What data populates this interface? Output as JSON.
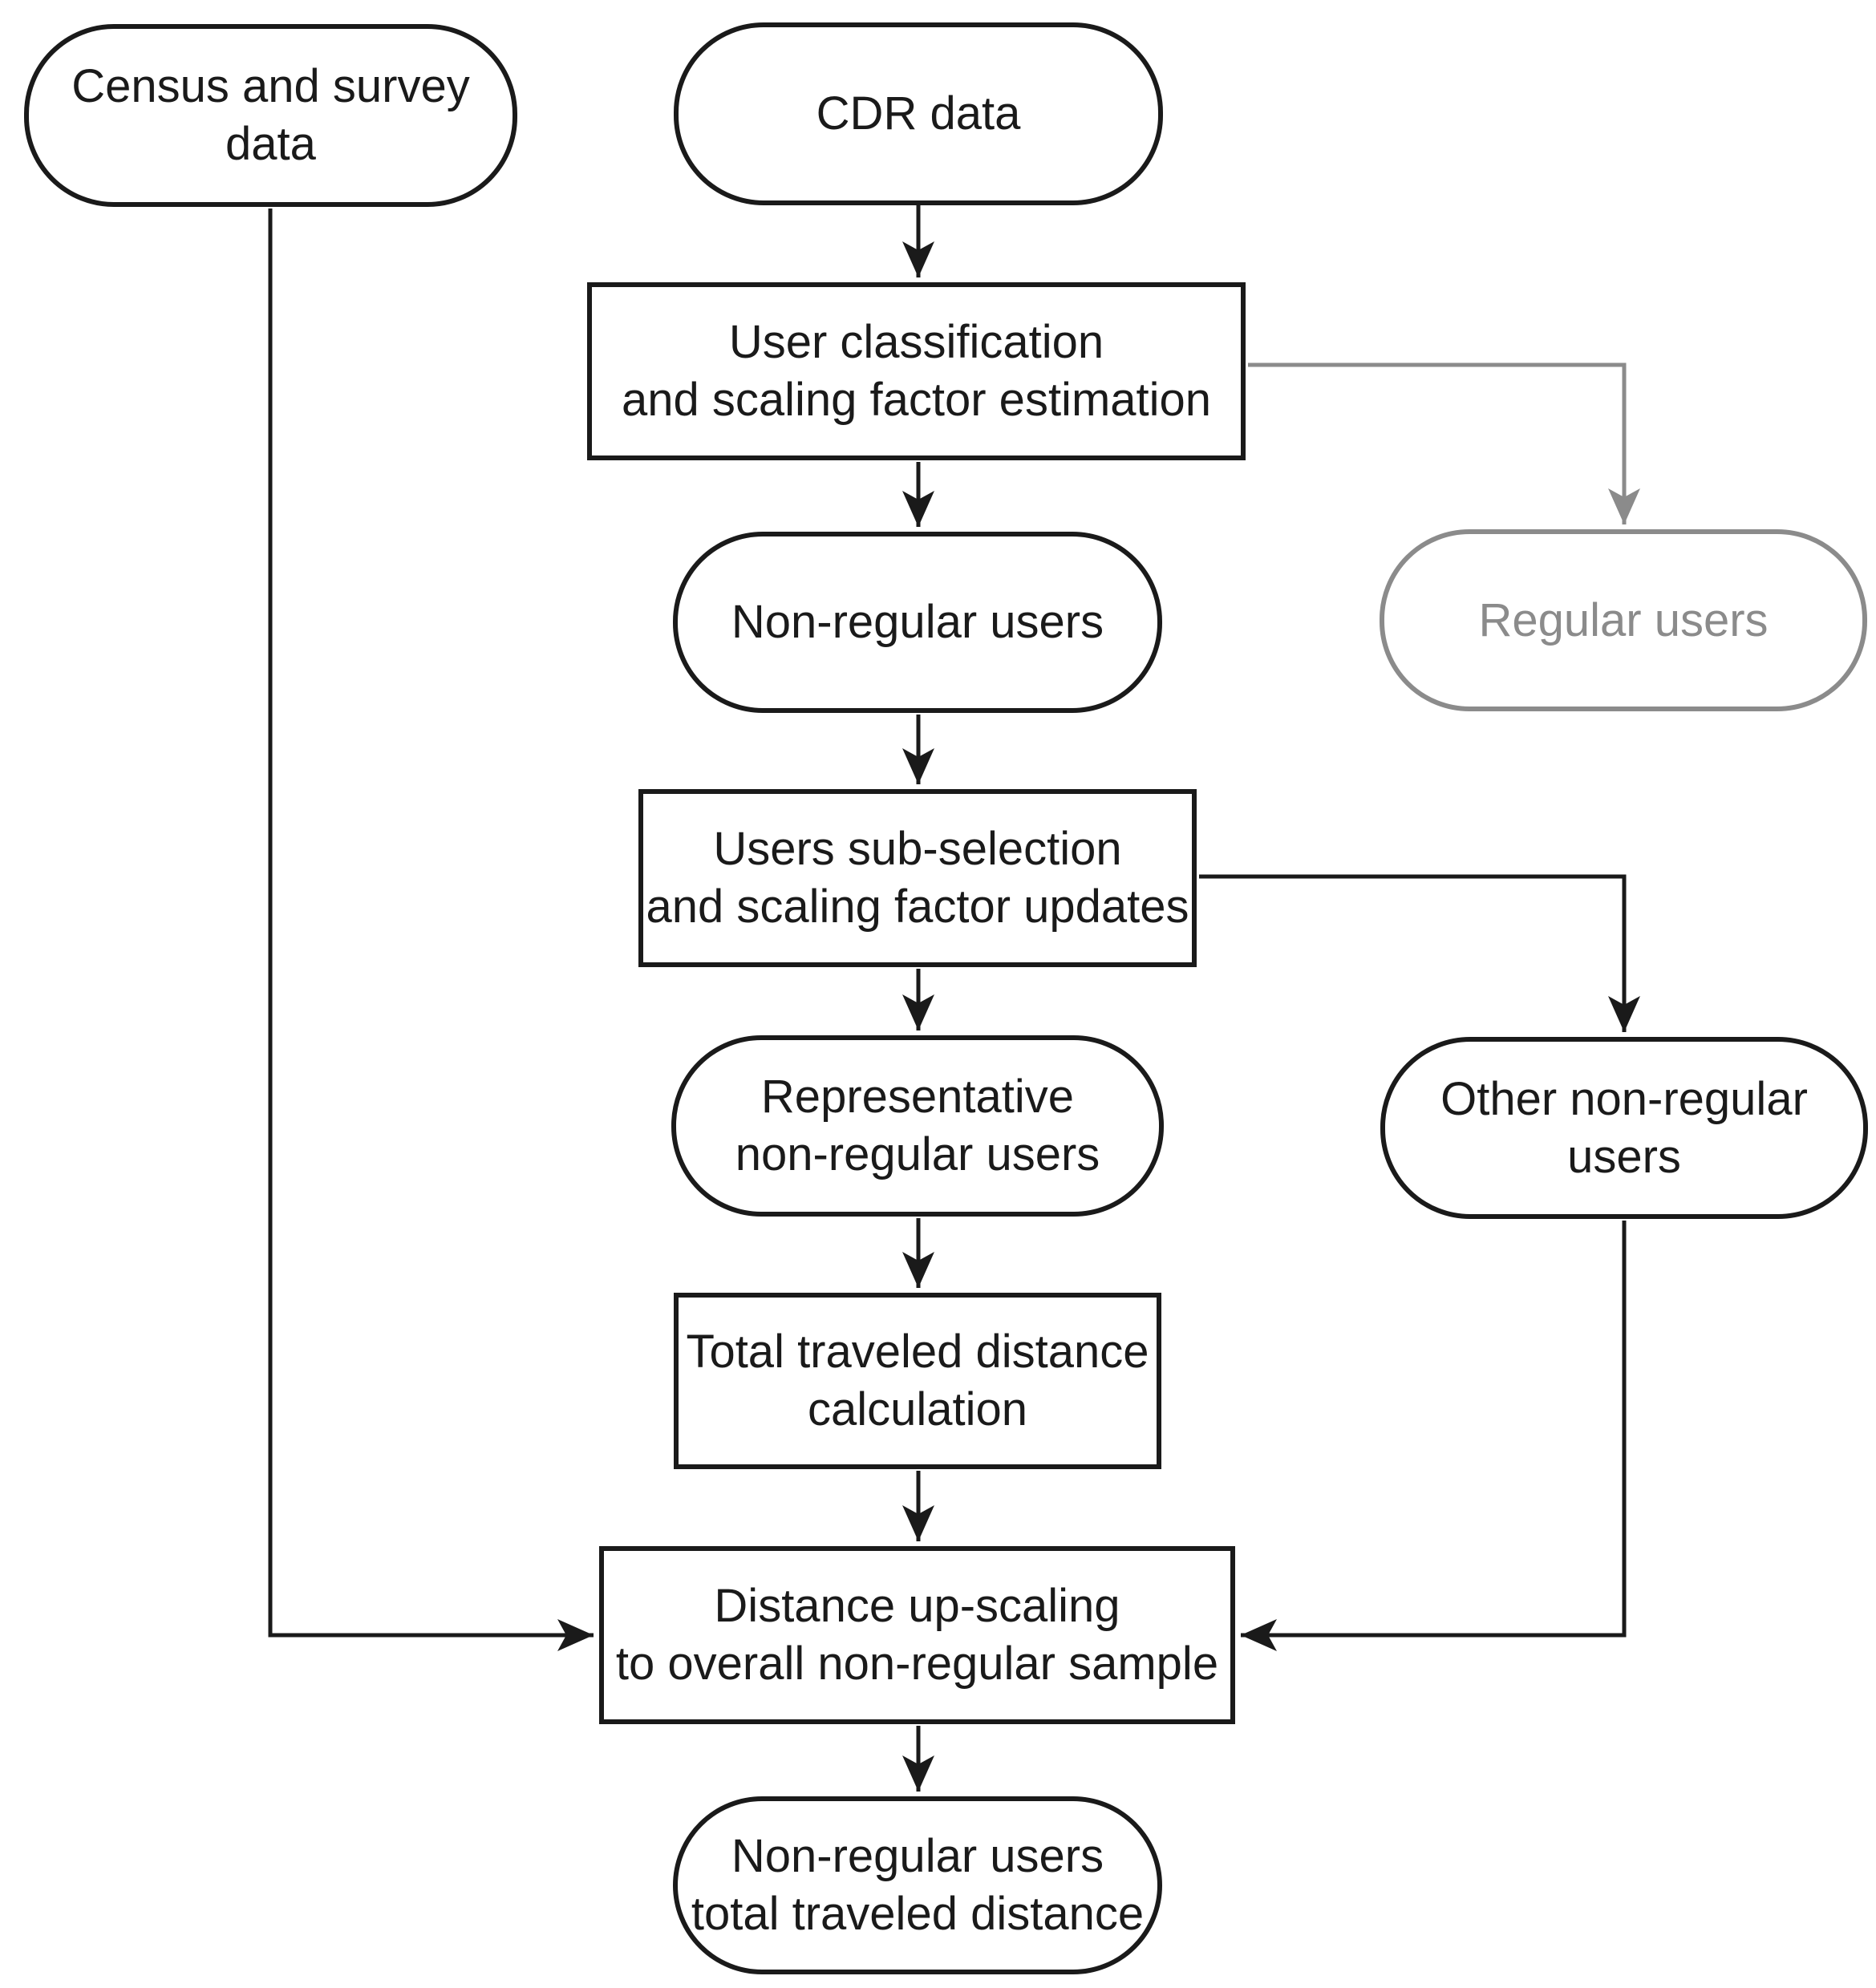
{
  "diagram": {
    "type": "flowchart",
    "colors": {
      "line": "#1a1a1a",
      "muted": "#8b8b8b",
      "background": "#ffffff"
    },
    "nodes": {
      "census": {
        "shape": "stadium",
        "state": "active",
        "label": "Census and survey\ndata"
      },
      "cdr": {
        "shape": "stadium",
        "state": "active",
        "label": "CDR data"
      },
      "classification": {
        "shape": "rect",
        "state": "active",
        "label": "User classification\nand scaling factor estimation"
      },
      "nonregular": {
        "shape": "stadium",
        "state": "active",
        "label": "Non-regular users"
      },
      "regular": {
        "shape": "stadium",
        "state": "muted",
        "label": "Regular users"
      },
      "subselection": {
        "shape": "rect",
        "state": "active",
        "label": "Users sub-selection\nand scaling factor updates"
      },
      "representative": {
        "shape": "stadium",
        "state": "active",
        "label": "Representative\nnon-regular users"
      },
      "other": {
        "shape": "stadium",
        "state": "active",
        "label": "Other non-regular\nusers"
      },
      "total": {
        "shape": "rect",
        "state": "active",
        "label": "Total traveled distance\ncalculation"
      },
      "upscaling": {
        "shape": "rect",
        "state": "active",
        "label": "Distance up-scaling\nto overall non-regular sample"
      },
      "result": {
        "shape": "stadium",
        "state": "active",
        "label": "Non-regular users\ntotal traveled distance"
      }
    },
    "edges": [
      {
        "from": "cdr",
        "to": "classification",
        "style": "black"
      },
      {
        "from": "classification",
        "to": "nonregular",
        "style": "black"
      },
      {
        "from": "classification",
        "to": "regular",
        "style": "gray"
      },
      {
        "from": "nonregular",
        "to": "subselection",
        "style": "black"
      },
      {
        "from": "subselection",
        "to": "representative",
        "style": "black"
      },
      {
        "from": "subselection",
        "to": "other",
        "style": "black"
      },
      {
        "from": "representative",
        "to": "total",
        "style": "black"
      },
      {
        "from": "total",
        "to": "upscaling",
        "style": "black"
      },
      {
        "from": "census",
        "to": "upscaling",
        "style": "black"
      },
      {
        "from": "other",
        "to": "upscaling",
        "style": "black"
      },
      {
        "from": "upscaling",
        "to": "result",
        "style": "black"
      }
    ]
  }
}
